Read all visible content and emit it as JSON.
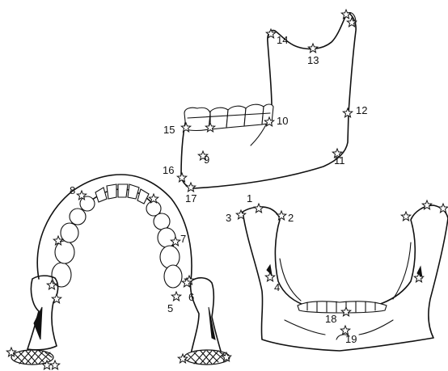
{
  "landmarks": [
    {
      "id": "1",
      "label": "1"
    },
    {
      "id": "2",
      "label": "2"
    },
    {
      "id": "3",
      "label": "3"
    },
    {
      "id": "4",
      "label": "4"
    },
    {
      "id": "5",
      "label": "5"
    },
    {
      "id": "6",
      "label": "6"
    },
    {
      "id": "7",
      "label": "7"
    },
    {
      "id": "8",
      "label": "8"
    },
    {
      "id": "9",
      "label": "9"
    },
    {
      "id": "10",
      "label": "10"
    },
    {
      "id": "11",
      "label": "11"
    },
    {
      "id": "12",
      "label": "12"
    },
    {
      "id": "13",
      "label": "13"
    },
    {
      "id": "14",
      "label": "14"
    },
    {
      "id": "15",
      "label": "15"
    },
    {
      "id": "16",
      "label": "16"
    },
    {
      "id": "17",
      "label": "17"
    },
    {
      "id": "18",
      "label": "18"
    },
    {
      "id": "19",
      "label": "19"
    }
  ]
}
